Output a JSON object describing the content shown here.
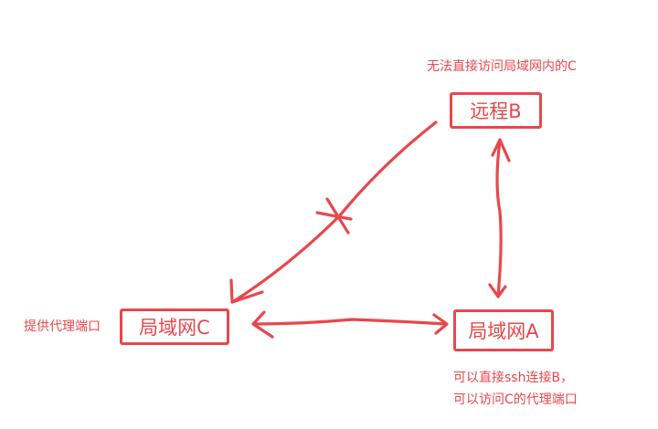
{
  "colors": {
    "accent": "#e8474c"
  },
  "nodes": {
    "remote_b": "远程B",
    "lan_c": "局域网C",
    "lan_a": "局域网A"
  },
  "notes": {
    "remote_b_note": "无法直接访问局域网内的C",
    "lan_c_note": "提供代理端口",
    "lan_a_note_line1": "可以直接ssh连接B，",
    "lan_a_note_line2": "可以访问C的代理端口"
  },
  "connections": [
    {
      "from": "remote_b",
      "to": "lan_c",
      "direction": "one-way",
      "blocked": true
    },
    {
      "from": "remote_b",
      "to": "lan_a",
      "direction": "two-way",
      "blocked": false
    },
    {
      "from": "lan_c",
      "to": "lan_a",
      "direction": "two-way",
      "blocked": false
    }
  ]
}
